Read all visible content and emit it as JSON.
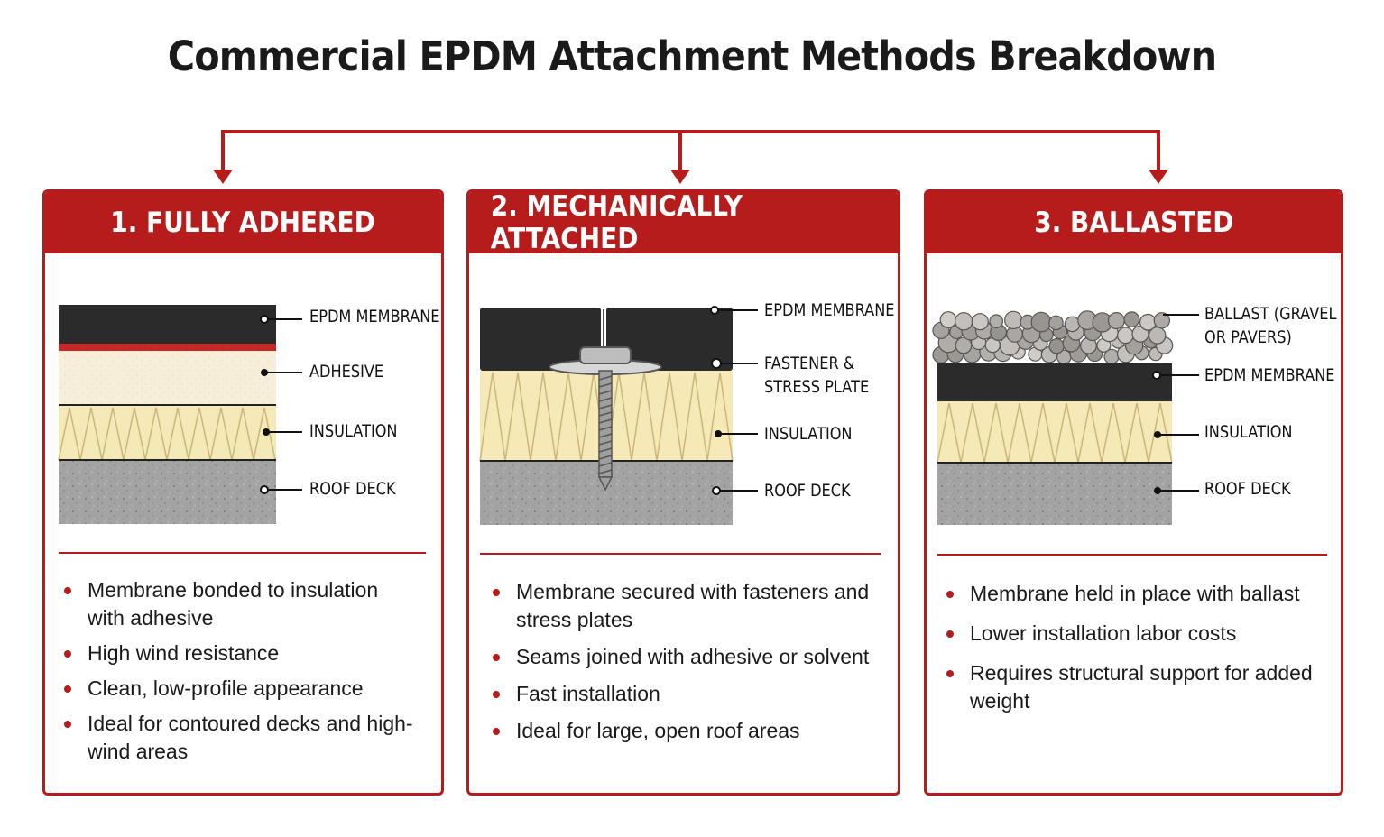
{
  "title": "Commercial EPDM Attachment Methods Breakdown",
  "colors": {
    "accent": "#b71c1c",
    "membrane": "#2b2b2b",
    "insulation": "#f5e9b8",
    "deck": "#9e9e9e",
    "adhesive": "#f7efd9"
  },
  "panels": [
    {
      "heading": "1. FULLY ADHERED",
      "layer_labels": [
        "EPDM MEMBRANE",
        "ADHESIVE",
        "INSULATION",
        "ROOF DECK"
      ],
      "bullets": [
        "Membrane bonded to insulation with adhesive",
        "High wind resistance",
        "Clean, low-profile appearance",
        "Ideal for contoured decks and high-wind areas"
      ]
    },
    {
      "heading": "2. MECHANICALLY ATTACHED",
      "layer_labels": [
        "EPDM MEMBRANE",
        "FASTENER &",
        "STRESS PLATE",
        "INSULATION",
        "ROOF DECK"
      ],
      "bullets": [
        "Membrane secured with fasteners and stress plates",
        "Seams joined with adhesive or solvent",
        "Fast installation",
        "Ideal for large, open roof areas"
      ]
    },
    {
      "heading": "3. BALLASTED",
      "layer_labels": [
        "BALLAST (GRAVEL",
        "OR PAVERS)",
        "EPDM MEMBRANE",
        "INSULATION",
        "ROOF DECK"
      ],
      "bullets": [
        "Membrane held in place with ballast",
        "Lower installation labor costs",
        "Requires structural support for added weight"
      ]
    }
  ]
}
